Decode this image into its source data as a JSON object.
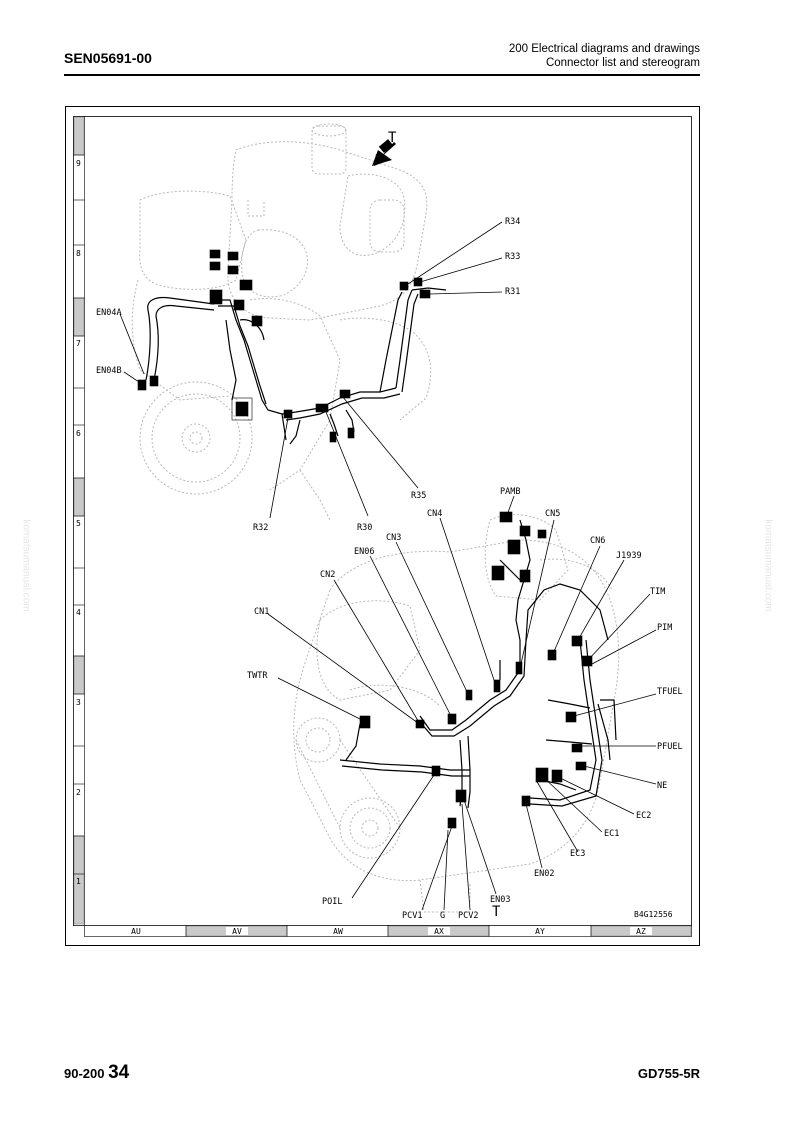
{
  "header": {
    "doc_number": "SEN05691-00",
    "section": "200 Electrical diagrams and drawings",
    "subsection": "Connector list and stereogram"
  },
  "diagram": {
    "view_marker": "T",
    "drawing_number": "B4G12556",
    "row_numbers": [
      "9",
      "8",
      "7",
      "6",
      "5",
      "4",
      "3",
      "2",
      "1"
    ],
    "column_labels": [
      "AU",
      "AV",
      "AW",
      "AX",
      "AY",
      "AZ"
    ],
    "labels": {
      "r34": "R34",
      "r33": "R33",
      "r31": "R31",
      "en04a": "EN04A",
      "en04b": "EN04B",
      "r35": "R35",
      "r32": "R32",
      "r30": "R30",
      "pamb": "PAMB",
      "cn4": "CN4",
      "cn5": "CN5",
      "cn3": "CN3",
      "cn6": "CN6",
      "en06": "EN06",
      "j1939": "J1939",
      "cn2": "CN2",
      "tim": "TIM",
      "cn1": "CN1",
      "pim": "PIM",
      "twtr": "TWTR",
      "tfuel": "TFUEL",
      "pfuel": "PFUEL",
      "ne": "NE",
      "ec2": "EC2",
      "ec1": "EC1",
      "ec3": "EC3",
      "en02": "EN02",
      "en03": "EN03",
      "poil": "POIL",
      "pcv1": "PCV1",
      "g": "G",
      "pcv2": "PCV2"
    }
  },
  "watermark": "komatsumanual.com",
  "footer": {
    "page_prefix": "90-200",
    "page_number": "34",
    "model": "GD755-5R"
  }
}
